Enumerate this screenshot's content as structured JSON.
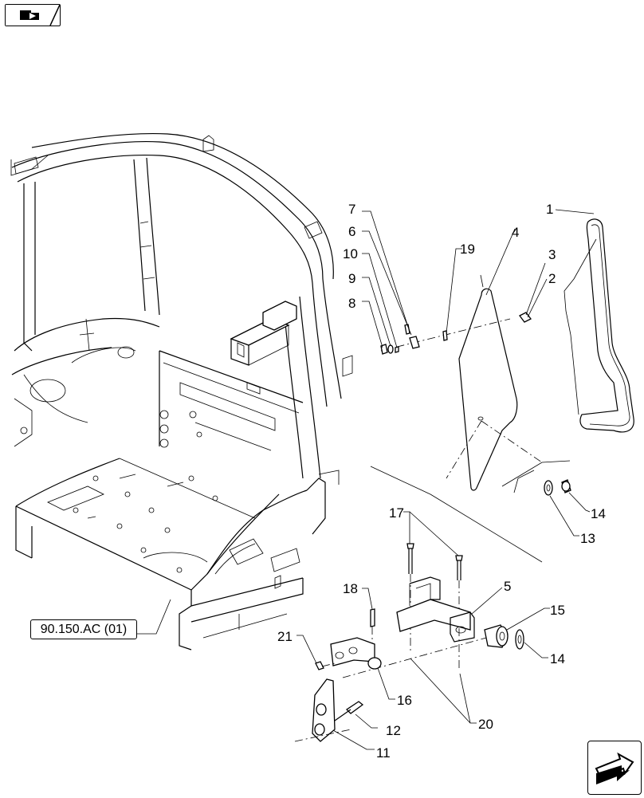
{
  "reference": {
    "label": "90.150.AC (01)"
  },
  "callouts": [
    {
      "id": "c1",
      "text": "1"
    },
    {
      "id": "c2",
      "text": "2"
    },
    {
      "id": "c3",
      "text": "3"
    },
    {
      "id": "c4",
      "text": "4"
    },
    {
      "id": "c5",
      "text": "5"
    },
    {
      "id": "c6",
      "text": "6"
    },
    {
      "id": "c7",
      "text": "7"
    },
    {
      "id": "c8",
      "text": "8"
    },
    {
      "id": "c9",
      "text": "9"
    },
    {
      "id": "c10",
      "text": "10"
    },
    {
      "id": "c11",
      "text": "11"
    },
    {
      "id": "c12",
      "text": "12"
    },
    {
      "id": "c13",
      "text": "13"
    },
    {
      "id": "c14a",
      "text": "14"
    },
    {
      "id": "c14b",
      "text": "14"
    },
    {
      "id": "c15",
      "text": "15"
    },
    {
      "id": "c16",
      "text": "16"
    },
    {
      "id": "c17",
      "text": "17"
    },
    {
      "id": "c18",
      "text": "18"
    },
    {
      "id": "c19",
      "text": "19"
    },
    {
      "id": "c20",
      "text": "20"
    },
    {
      "id": "c21",
      "text": "21"
    }
  ],
  "icons": {
    "top_left": "book-arrow-icon",
    "bottom_right": "next-page-arrow-icon"
  }
}
